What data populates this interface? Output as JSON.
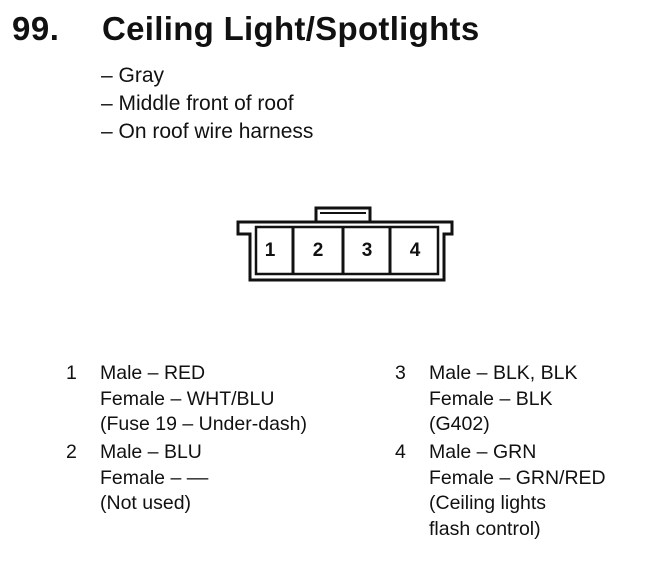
{
  "header": {
    "number": "99.",
    "title": "Ceiling Light/Spotlights"
  },
  "info": [
    "– Gray",
    "– Middle front of roof",
    "– On roof wire harness"
  ],
  "connector": {
    "pins": [
      "1",
      "2",
      "3",
      "4"
    ]
  },
  "pins": [
    {
      "number": "1",
      "lines": [
        "Male – RED",
        "Female – WHT/BLU",
        "(Fuse 19 – Under-dash)"
      ]
    },
    {
      "number": "2",
      "lines": [
        "Male – BLU",
        "Female – ––",
        "(Not used)"
      ]
    },
    {
      "number": "3",
      "lines": [
        "Male – BLK, BLK",
        "Female – BLK",
        "(G402)"
      ]
    },
    {
      "number": "4",
      "lines": [
        "Male – GRN",
        "Female – GRN/RED",
        "(Ceiling lights",
        "flash control)"
      ]
    }
  ]
}
